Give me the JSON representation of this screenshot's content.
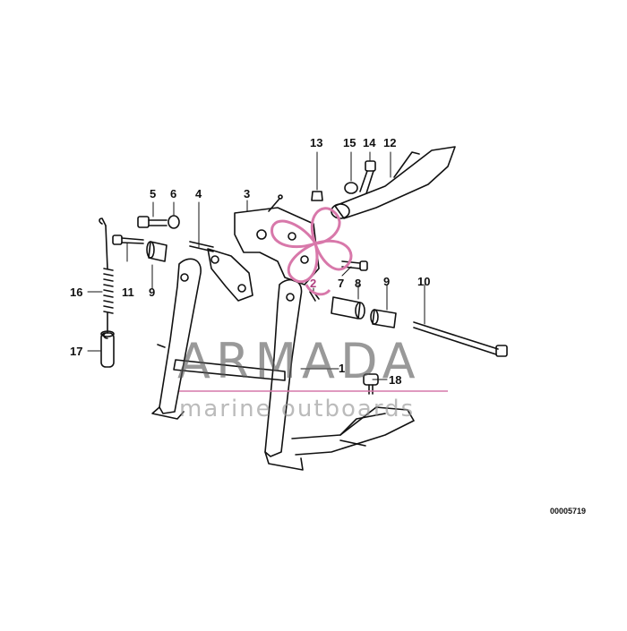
{
  "callouts": {
    "c1": "1",
    "c2": "2",
    "c3": "3",
    "c4": "4",
    "c5": "5",
    "c6": "6",
    "c7": "7",
    "c8": "8",
    "c9a": "9",
    "c9b": "9",
    "c10": "10",
    "c11": "11",
    "c12": "12",
    "c13": "13",
    "c14": "14",
    "c15": "15",
    "c16": "16",
    "c17": "17",
    "c18": "18"
  },
  "watermark": {
    "main": "ARMADA",
    "sub": "marine outboards",
    "accent_color": "#d878aa"
  },
  "diagram_code": "00005719"
}
